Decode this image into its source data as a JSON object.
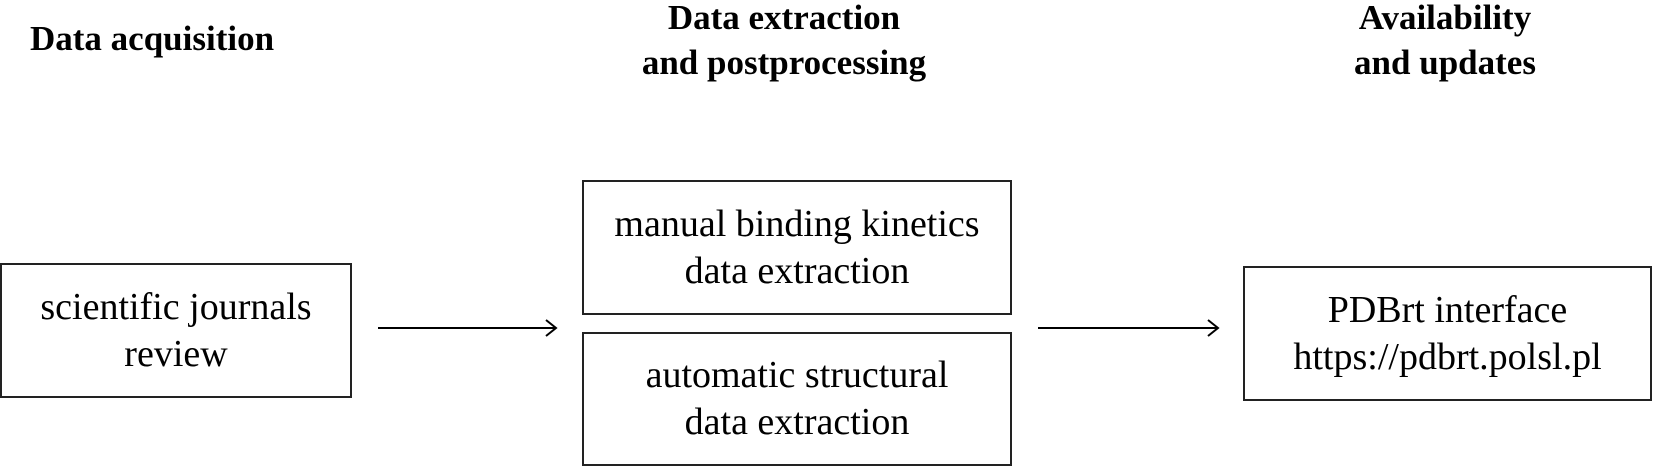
{
  "headers": {
    "acquisition": "Data acquisition",
    "extraction_line1": "Data extraction",
    "extraction_line2": "and postprocessing",
    "availability_line1": "Availability",
    "availability_line2": "and updates"
  },
  "boxes": {
    "journals": {
      "line1": "scientific journals",
      "line2": "review"
    },
    "manual": {
      "line1": "manual binding kinetics",
      "line2": "data extraction"
    },
    "automatic": {
      "line1": "automatic structural",
      "line2": "data extraction"
    },
    "interface": {
      "line1": "PDBrt interface",
      "line2": "https://pdbrt.polsl.pl"
    }
  }
}
